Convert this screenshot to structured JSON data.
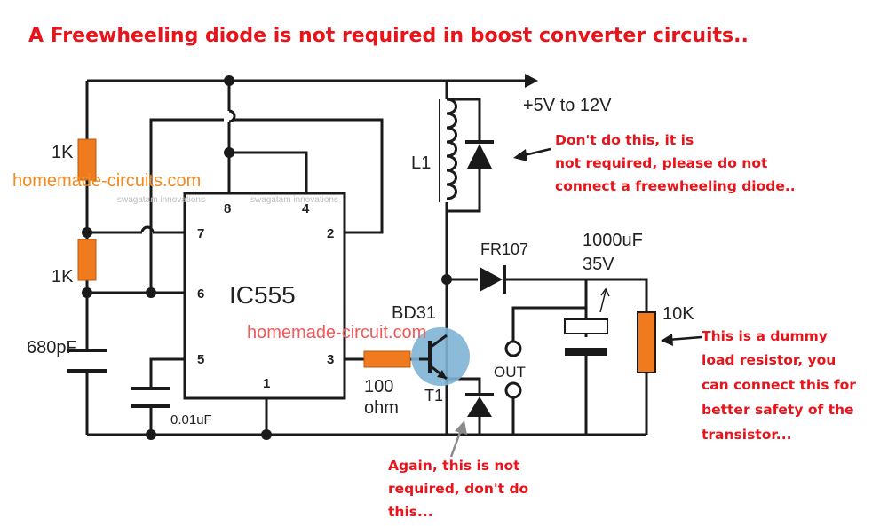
{
  "title": "A Freewheeling diode is not required in boost converter circuits..",
  "notes": {
    "top_line1": "Don't do this, it is",
    "top_line2": "not required, please do not",
    "top_line3": "connect a freewheeling diode..",
    "right_line1": "This is a dummy",
    "right_line2": "load resistor, you",
    "right_line3": "can connect this for",
    "right_line4": "better safety of the",
    "right_line5": "transistor...",
    "bottom_line1": "Again, this is not",
    "bottom_line2": "required, don't do",
    "bottom_line3": "this..."
  },
  "labels": {
    "r1": "1K",
    "r2": "1K",
    "cap_timing": "680pF",
    "cap_ctrl": "0.01uF",
    "ic": "IC555",
    "inductor": "L1",
    "output_voltage": "+5V to 12V",
    "diode": "FR107",
    "cap_out_value": "1000uF",
    "cap_out_voltage": "35V",
    "load_res": "10K",
    "transistor": "BD31",
    "transistor_ref": "T1",
    "base_res_value": "100",
    "base_res_unit": "ohm",
    "out": "OUT"
  },
  "pins": {
    "p8": "8",
    "p4": "4",
    "p7": "7",
    "p2": "2",
    "p6": "6",
    "p5": "5",
    "p3": "3",
    "p1": "1"
  },
  "watermarks": {
    "site1": "homemade-circuits.com",
    "site2": "homemade-circuit.com",
    "credit1": "swagatam innovations",
    "credit2": "swagatam innovations"
  },
  "colors": {
    "annotation": "#e8141b",
    "resistor": "#f07a1e",
    "transistor": "#7fb3d5",
    "wire": "#1a1a1a"
  }
}
